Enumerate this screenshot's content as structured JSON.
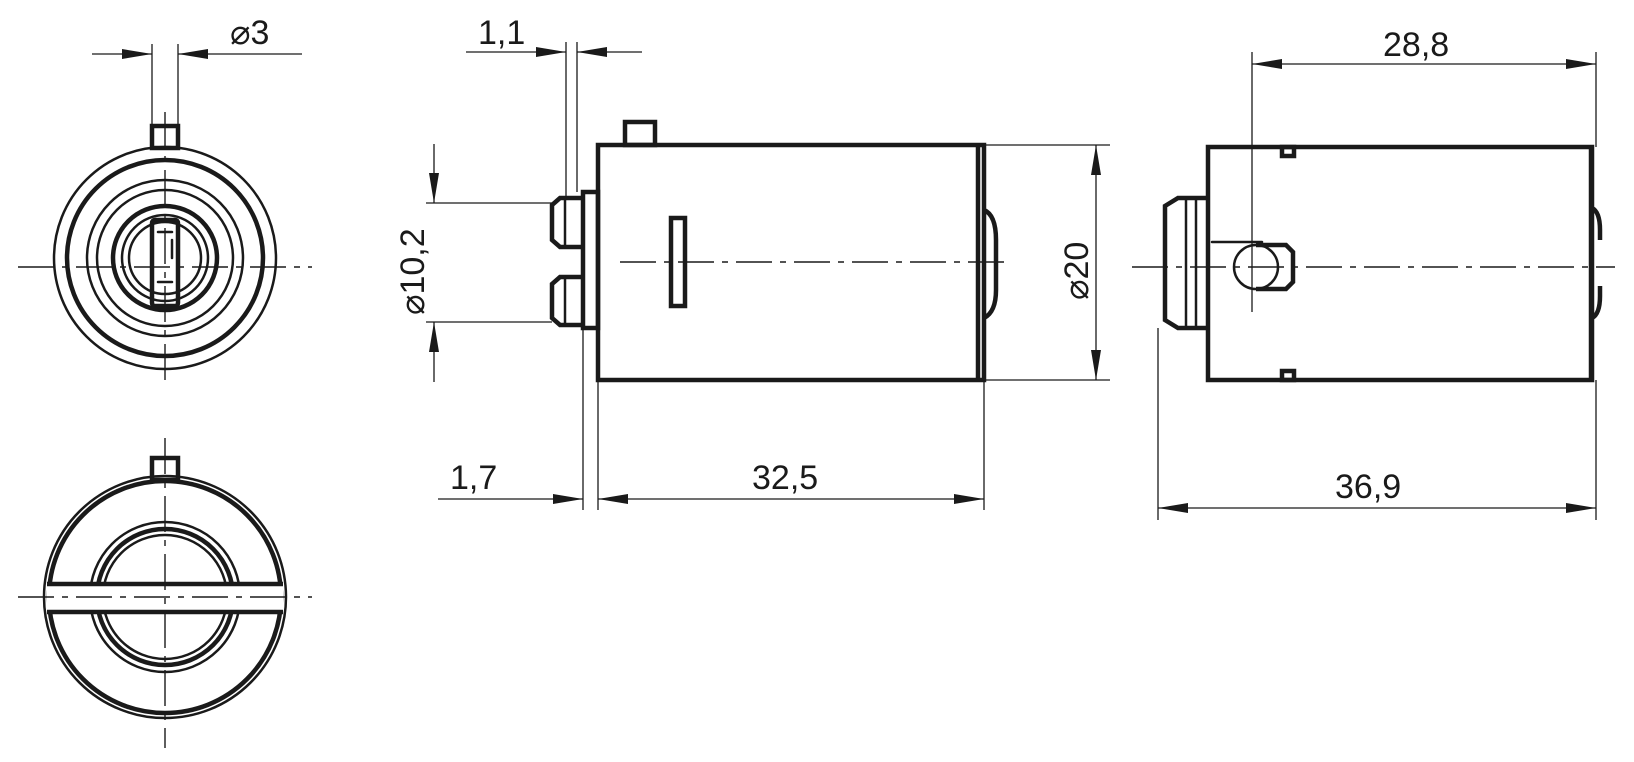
{
  "dimensions": {
    "pin_diameter": "⌀3",
    "flange_thickness": "1,1",
    "thread_diameter": "⌀10,2",
    "body_diameter": "⌀20",
    "flange_offset": "1,7",
    "body_length": "32,5",
    "side_length_upper": "28,8",
    "side_length_total": "36,9"
  }
}
